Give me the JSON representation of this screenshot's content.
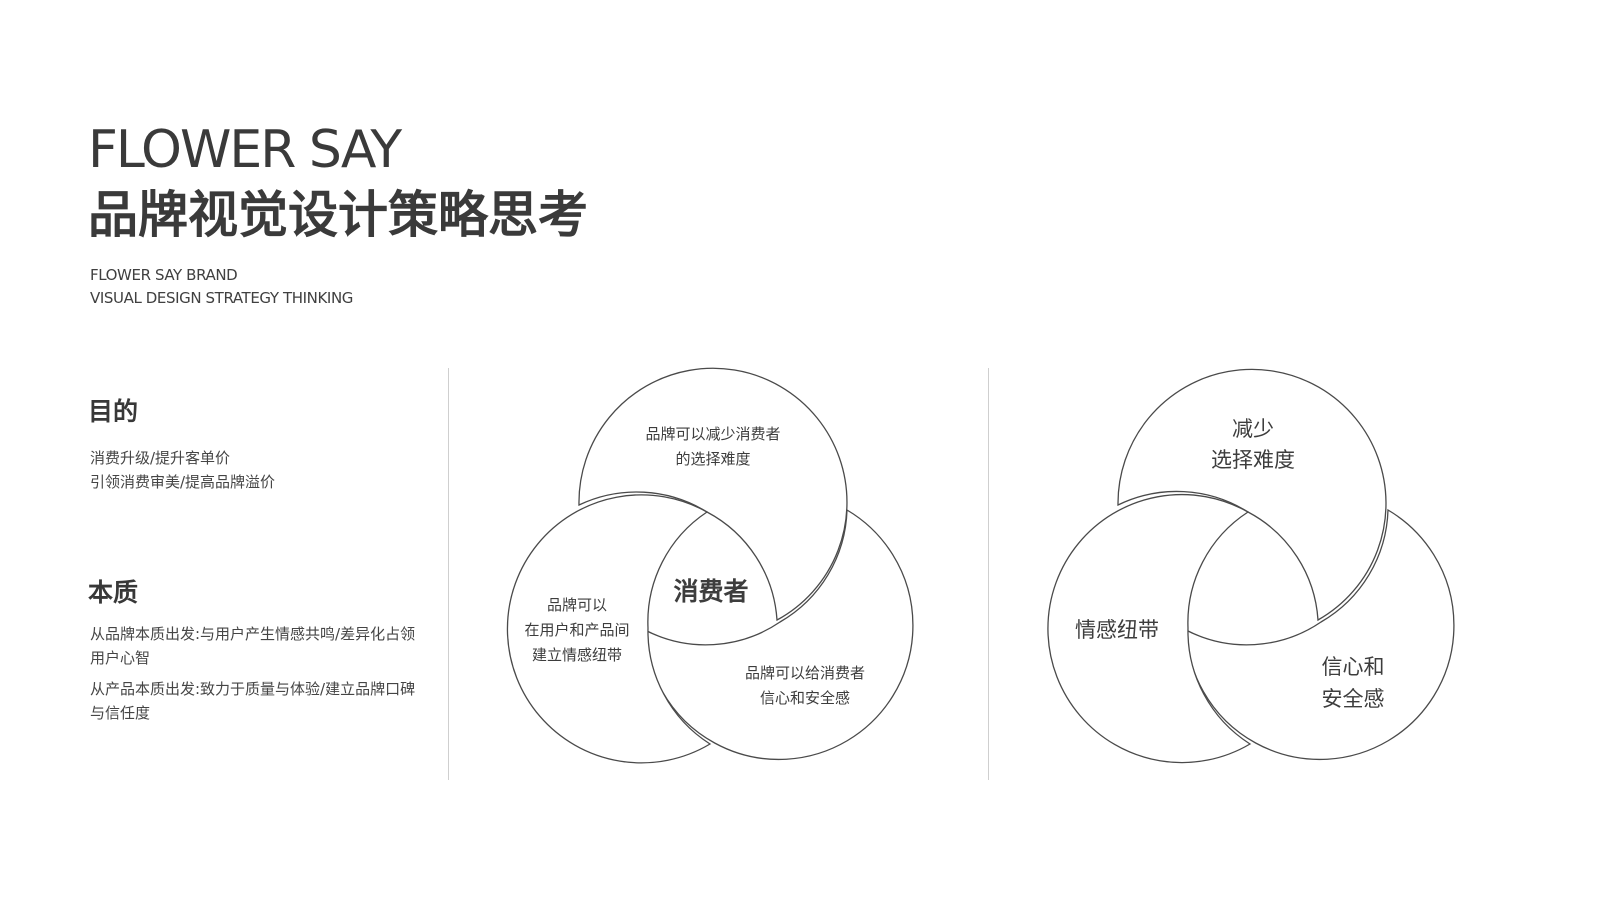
{
  "header": {
    "title_en": "FLOWER SAY",
    "title_cn": "品牌视觉设计策略思考",
    "subtitle_line1": "FLOWER SAY BRAND",
    "subtitle_line2": "VISUAL DESIGN STRATEGY THINKING"
  },
  "purpose": {
    "title": "目的",
    "lines": [
      "消费升级/提升客单价",
      "引领消费审美/提高品牌溢价"
    ]
  },
  "essence": {
    "title": "本质",
    "paragraph1": "从品牌本质出发:与用户产生情感共鸣/差异化占领用户心智",
    "paragraph2": "从产品本质出发:致力于质量与体验/建立品牌口碑与信任度"
  },
  "diagram_left": {
    "center": "消费者",
    "top": [
      "品牌可以减少消费者",
      "的选择难度"
    ],
    "left": [
      "品牌可以",
      "在用户和产品间",
      "建立情感纽带"
    ],
    "right": [
      "品牌可以给消费者",
      "信心和安全感"
    ]
  },
  "diagram_right": {
    "top": [
      "减少",
      "选择难度"
    ],
    "left": [
      "情感纽带"
    ],
    "right": [
      "信心和",
      "安全感"
    ]
  }
}
